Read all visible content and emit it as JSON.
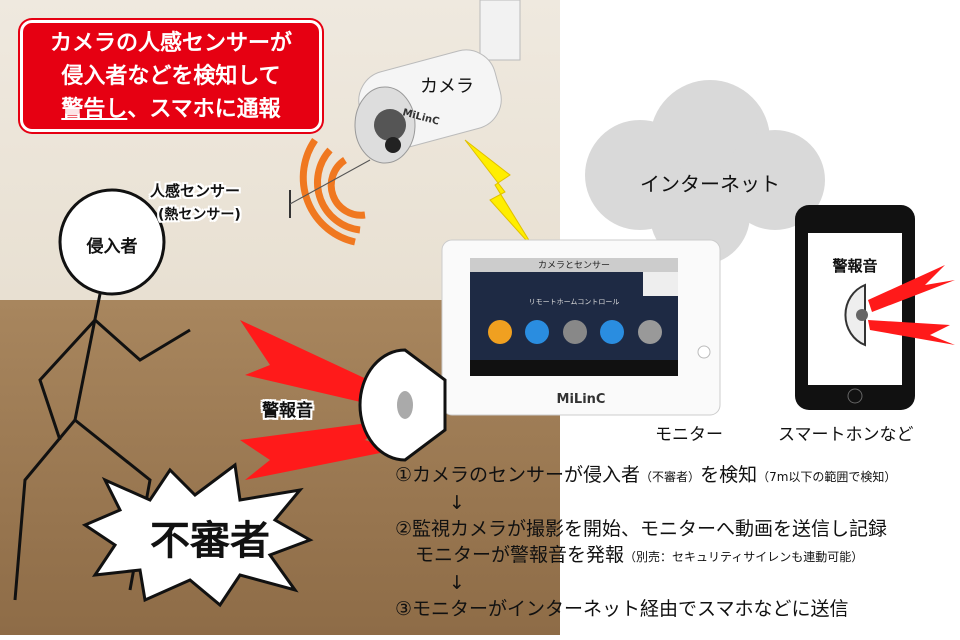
{
  "callout": {
    "line1": "カメラの人感センサーが",
    "line2": "侵入者などを検知して",
    "line3_underlined": "警告し",
    "line3_rest": "、スマホに通報"
  },
  "camera": {
    "label": "カメラ",
    "brand": "MiLinC"
  },
  "sensor": {
    "label": "人感センサー",
    "sublabel": "(熱センサー)"
  },
  "cloud": {
    "label": "インターネット"
  },
  "intruder": {
    "label": "侵入者",
    "badge": "不審者"
  },
  "alarm": {
    "label": "警報音"
  },
  "monitor": {
    "label": "モニター",
    "brand": "MiLinC",
    "screen_title": "カメラとセンサー",
    "screen_subtitle": "リモートホームコントロール"
  },
  "phone": {
    "label": "スマートホンなど",
    "screen_text": "警報音"
  },
  "steps": {
    "step1": "①カメラのセンサーが侵入者",
    "step1_small": "（不審者）",
    "step1_b": "を検知",
    "step1_note": "（7m以下の範囲で検知）",
    "arrow": "↓",
    "step2": "②監視カメラが撮影を開始、モニターへ動画を送信し記録",
    "step2b": "モニターが警報音を発報",
    "step2_note": "（別売：セキュリティサイレンも連動可能）",
    "step3": "③モニターがインターネット経由でスマホなどに送信"
  },
  "colors": {
    "callout": "#e60012",
    "alarm_bolts": "#ff1a1a",
    "lightning": "#ffee00",
    "sensor_waves": "#f07820",
    "cloud": "#d9d9d9"
  }
}
